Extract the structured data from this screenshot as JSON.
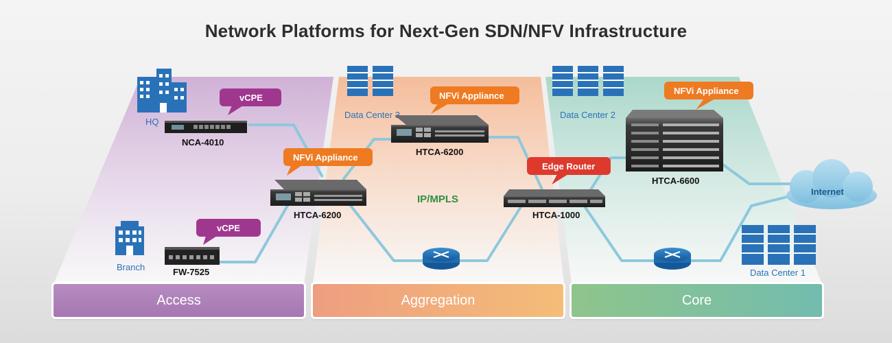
{
  "title": "Network Platforms for Next-Gen SDN/NFV Infrastructure",
  "tiers": {
    "access": "Access",
    "aggregation": "Aggregation",
    "core": "Core"
  },
  "sites": {
    "hq": "HQ",
    "branch": "Branch",
    "dc1": "Data Center 1",
    "dc2": "Data Center 2",
    "dc3": "Data Center 3",
    "internet": "Internet"
  },
  "callouts": {
    "vcpe_hq": "vCPE",
    "vcpe_branch": "vCPE",
    "nfvi_left": "NFVi Appliance",
    "nfvi_top": "NFVi Appliance",
    "nfvi_core": "NFVi Appliance",
    "edge_router": "Edge Router"
  },
  "devices": {
    "nca4010": "NCA-4010",
    "fw7525": "FW-7525",
    "htca6200_left": "HTCA-6200",
    "htca6200_top": "HTCA-6200",
    "htca1000": "HTCA-1000",
    "htca6600": "HTCA-6600"
  },
  "network_label": "IP/MPLS",
  "colors": {
    "vcpe": "#a0378f",
    "nfvi": "#ee7a22",
    "edge_router": "#dd3a2d",
    "link": "#8ec8dc",
    "site_blue": "#2a72b8",
    "mpls": "#2f8f3f"
  }
}
